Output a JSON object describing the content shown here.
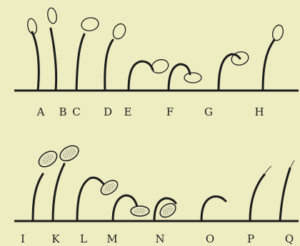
{
  "colors": {
    "background": "#eeedc2",
    "ink": "#1c1c1c",
    "spore_fill": "#e9e7c2",
    "spore_stipple": "#6a6a55"
  },
  "rows": [
    {
      "id": "top",
      "labels": [
        "A",
        "B",
        "C",
        "D",
        "E",
        "F",
        "G",
        "H"
      ]
    },
    {
      "id": "bottom",
      "labels": [
        "I",
        "K",
        "L",
        "M",
        "N",
        "O",
        "P",
        "Q"
      ]
    }
  ]
}
